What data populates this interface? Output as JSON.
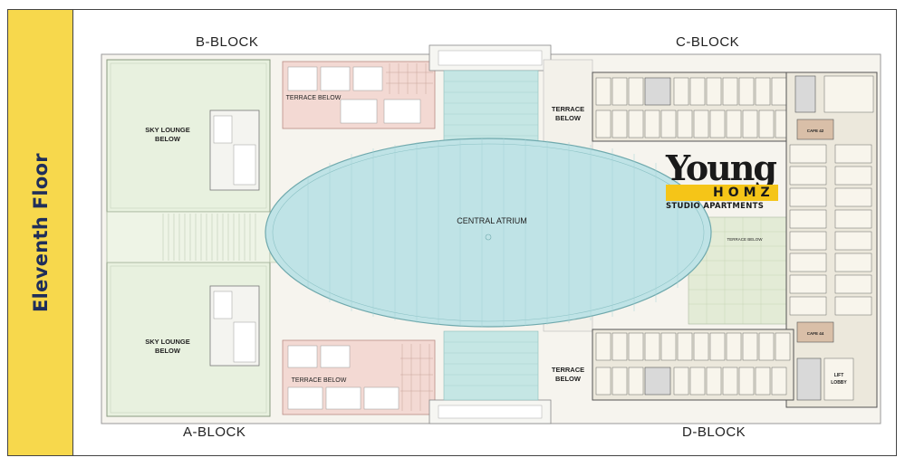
{
  "floor_title": "Eleventh Floor",
  "blocks": {
    "b": "B-BLOCK",
    "c": "C-BLOCK",
    "a": "A-BLOCK",
    "d": "D-BLOCK"
  },
  "areas": {
    "sky_lounge_top_1": "SKY LOUNGE",
    "sky_lounge_top_2": "BELOW",
    "sky_lounge_bottom_1": "SKY LOUNGE",
    "sky_lounge_bottom_2": "BELOW",
    "terrace_below_top": "TERRACE BELOW",
    "terrace_below_bottom": "TERRACE BELOW",
    "central_atrium": "CENTRAL ATRIUM",
    "terrace_c_1": "TERRACE",
    "terrace_c_2": "BELOW",
    "terrace_d_1": "TERRACE",
    "terrace_d_2": "BELOW",
    "terrace_below_small": "TERRACE BELOW",
    "cafe_top": "CAFE 42",
    "cafe_bottom": "CAFE 44",
    "lift_lobby_1": "LIFT",
    "lift_lobby_2": "LOBBY"
  },
  "logo": {
    "brand": "Young",
    "sub": "HOMZ",
    "tagline": "STUDIO APARTMENTS"
  },
  "colors": {
    "band": "#f7d84c",
    "lounge": "#e8f1df",
    "atrium": "#bfe3e6",
    "terrace": "#f3d9d3",
    "garden": "#e3ebd6"
  }
}
